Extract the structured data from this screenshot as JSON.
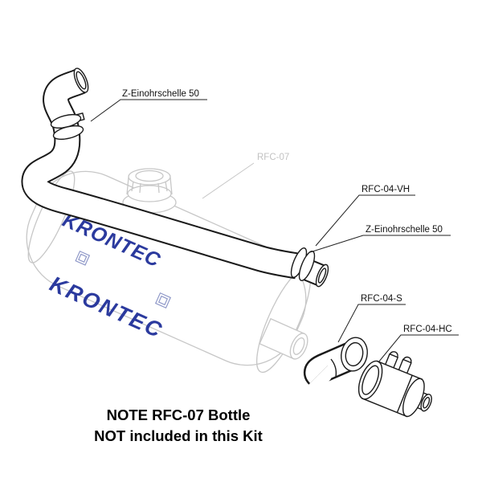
{
  "diagram": {
    "callouts": {
      "clamp_top": "Z-Einohrschelle 50",
      "bottle": "RFC-07",
      "hose_end": "RFC-04-VH",
      "clamp_right": "Z-Einohrschelle 50",
      "elbow": "RFC-04-S",
      "coupler": "RFC-04-HC"
    },
    "brand": "KRONTEC",
    "note_line1": "NOTE RFC-07 Bottle",
    "note_line2": "NOT included in this Kit",
    "colors": {
      "bottle_outline": "#c7c7c7",
      "part_outline": "#1a1a1a",
      "brand_blue": "#2b3a9e",
      "muted_label": "#c2c2c2",
      "note_text": "#000000"
    }
  }
}
